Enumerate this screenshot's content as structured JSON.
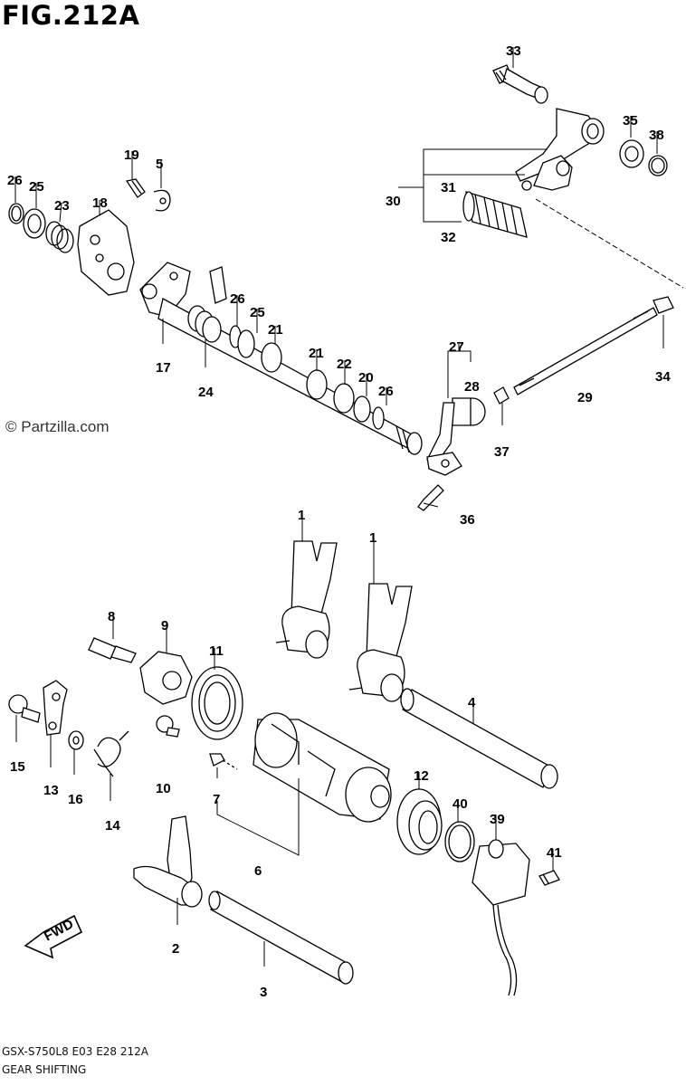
{
  "title": "FIG.212A",
  "copyright": "© Partzilla.com",
  "footer": {
    "model_code": "GSX-S750L8  E03  E28  212A",
    "section_name": "GEAR SHIFTING"
  },
  "fwd_arrow": "FWD",
  "callouts": [
    {
      "no": "33"
    },
    {
      "no": "35"
    },
    {
      "no": "38"
    },
    {
      "no": "30"
    },
    {
      "no": "31"
    },
    {
      "no": "32"
    },
    {
      "no": "26"
    },
    {
      "no": "25"
    },
    {
      "no": "23"
    },
    {
      "no": "18"
    },
    {
      "no": "19"
    },
    {
      "no": "5"
    },
    {
      "no": "17"
    },
    {
      "no": "24"
    },
    {
      "no": "26"
    },
    {
      "no": "25"
    },
    {
      "no": "21"
    },
    {
      "no": "21"
    },
    {
      "no": "22"
    },
    {
      "no": "20"
    },
    {
      "no": "26"
    },
    {
      "no": "27"
    },
    {
      "no": "28"
    },
    {
      "no": "29"
    },
    {
      "no": "34"
    },
    {
      "no": "37"
    },
    {
      "no": "36"
    },
    {
      "no": "1"
    },
    {
      "no": "1"
    },
    {
      "no": "8"
    },
    {
      "no": "9"
    },
    {
      "no": "11"
    },
    {
      "no": "4"
    },
    {
      "no": "15"
    },
    {
      "no": "13"
    },
    {
      "no": "16"
    },
    {
      "no": "14"
    },
    {
      "no": "10"
    },
    {
      "no": "7"
    },
    {
      "no": "6"
    },
    {
      "no": "12"
    },
    {
      "no": "40"
    },
    {
      "no": "39"
    },
    {
      "no": "41"
    },
    {
      "no": "2"
    },
    {
      "no": "3"
    }
  ]
}
